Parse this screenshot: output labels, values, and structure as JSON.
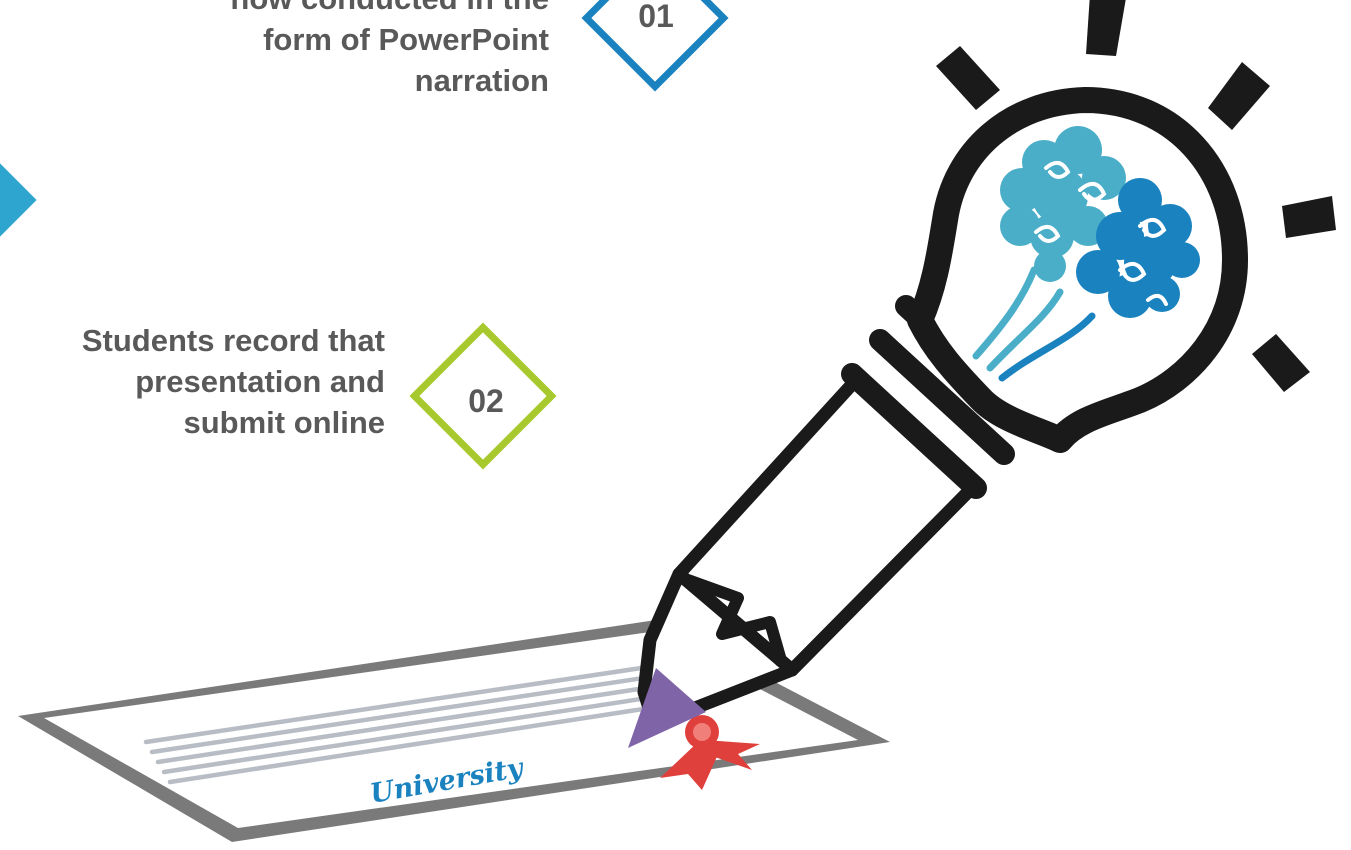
{
  "steps": [
    {
      "number": "01",
      "lines": [
        "now conducted in the",
        "form of PowerPoint",
        "narration"
      ],
      "accent": "#1a82bf"
    },
    {
      "number": "02",
      "lines": [
        "Students record that",
        "presentation and",
        "submit online"
      ],
      "accent": "#a8c92d"
    }
  ],
  "certificate": {
    "label": "University"
  },
  "colors": {
    "text": "#595959",
    "ink": "#1a1a1a",
    "brain_light": "#4aaec9",
    "brain_dark": "#1a82bf",
    "pencil_tip": "#8064a8",
    "seal": "#e0403c",
    "certificate_border": "#7a7a7a",
    "certificate_lines": "#b8bcc4"
  }
}
